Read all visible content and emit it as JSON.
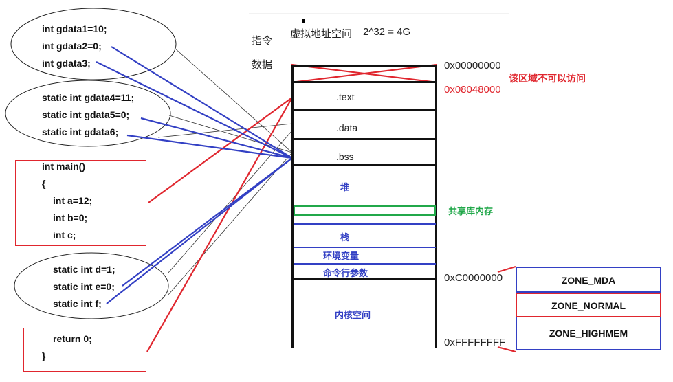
{
  "header": {
    "title": "虚拟地址空间",
    "size": "2^32 = 4G",
    "instr_label": "指令",
    "data_label": "数据"
  },
  "globals": [
    "int gdata1=10;",
    "int gdata2=0;",
    "int gdata3;"
  ],
  "statics": [
    "static int gdata4=11;",
    "static int gdata5=0;",
    "static int gdata6;"
  ],
  "main_block": [
    "int main()",
    "{",
    "int a=12;",
    "int b=0;",
    "int c;"
  ],
  "local_statics": [
    "static int d=1;",
    "static int e=0;",
    "static int f;"
  ],
  "return_block": [
    "return 0;",
    "}"
  ],
  "segments": {
    "text": ".text",
    "data": ".data",
    "bss": ".bss",
    "heap": "堆",
    "shared": "共享库内存",
    "stack": "栈",
    "env": "环境变量",
    "args": "命令行参数",
    "kernel": "内核空间"
  },
  "addresses": {
    "a0": "0x00000000",
    "a1": "0x08048000",
    "a2": "0xC0000000",
    "a3": "0xFFFFFFFF"
  },
  "no_access": "该区域不可以访问",
  "zones": [
    "ZONE_MDA",
    "ZONE_NORMAL",
    "ZONE_HIGHMEM"
  ],
  "colors": {
    "red": "#e0262e",
    "blue": "#3340c4",
    "green": "#21a84a",
    "black": "#111111"
  }
}
